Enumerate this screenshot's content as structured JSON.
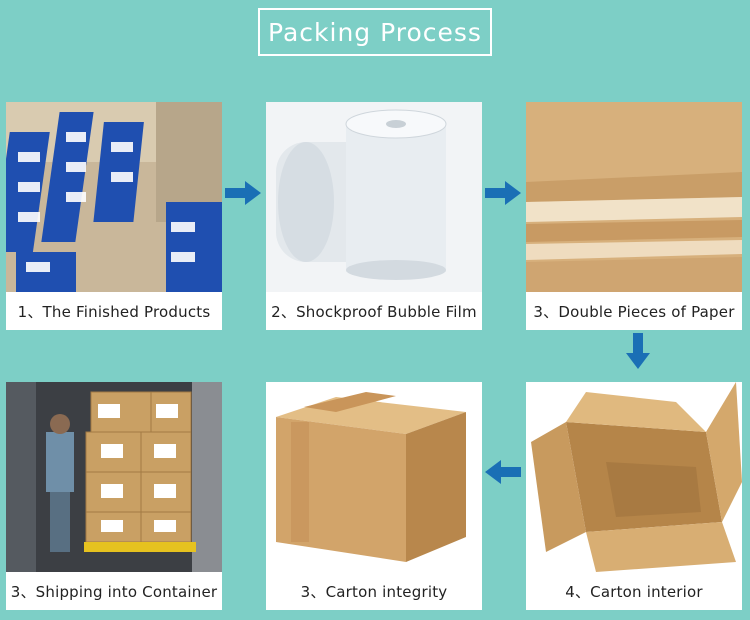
{
  "title": "Packing Process",
  "steps": [
    {
      "caption": "1、The Finished Products"
    },
    {
      "caption": "2、Shockproof Bubble Film"
    },
    {
      "caption": "3、Double Pieces of Paper"
    },
    {
      "caption": "4、Carton interior"
    },
    {
      "caption": "3、Carton integrity"
    },
    {
      "caption": "3、Shipping into Container"
    }
  ],
  "colors": {
    "background": "#7dcfc6",
    "arrow": "#1a6fb5",
    "kraft": "#d2a870"
  },
  "icons": [
    "arrow-right-icon",
    "arrow-down-icon",
    "arrow-left-icon"
  ]
}
